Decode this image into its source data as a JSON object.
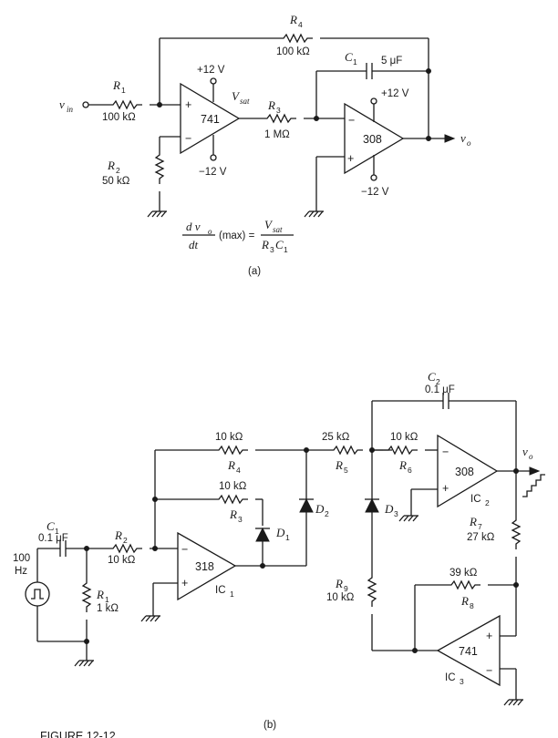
{
  "circuit_a": {
    "vin_label": "v",
    "vin_sub": "in",
    "r1": {
      "name": "R",
      "sub": "1",
      "value": "100 kΩ"
    },
    "r2": {
      "name": "R",
      "sub": "2",
      "value": "50 kΩ"
    },
    "r3": {
      "name": "R",
      "sub": "3",
      "value": "1 MΩ"
    },
    "r4": {
      "name": "R",
      "sub": "4",
      "value": "100 kΩ"
    },
    "c1": {
      "name": "C",
      "sub": "1",
      "value": "5 μF"
    },
    "opamp1": {
      "label": "741",
      "plus": "+",
      "minus": "−"
    },
    "opamp2": {
      "label": "308",
      "plus": "+",
      "minus": "−"
    },
    "supply_pos_1": "+12 V",
    "supply_neg_1": "−12 V",
    "supply_pos_2": "+12 V",
    "supply_neg_2": "−12 V",
    "vsat_label": "V",
    "vsat_sub": "sat",
    "vo_label": "v",
    "vo_sub": "o",
    "formula": {
      "num_left": "d v",
      "num_left_sub": "o",
      "den_left": "dt",
      "middle": "(max) =",
      "num_right": "V",
      "num_right_sub": "sat",
      "den_right": "R",
      "den_right_sub1": "3",
      "den_right_c": "C",
      "den_right_sub2": "1"
    },
    "caption": "(a)"
  },
  "circuit_b": {
    "source": {
      "freq": "100",
      "unit": "Hz"
    },
    "c1": {
      "name": "C",
      "sub": "1",
      "value": "0.1 μF"
    },
    "c2": {
      "name": "C",
      "sub": "2",
      "value": "0.1 μF"
    },
    "r1": {
      "name": "R",
      "sub": "1",
      "value": "1 kΩ"
    },
    "r2": {
      "name": "R",
      "sub": "2",
      "value": "10 kΩ"
    },
    "r3": {
      "name": "R",
      "sub": "3",
      "value": "10 kΩ"
    },
    "r4": {
      "name": "R",
      "sub": "4",
      "value": "10 kΩ"
    },
    "r5": {
      "name": "R",
      "sub": "5",
      "value": "25 kΩ"
    },
    "r6": {
      "name": "R",
      "sub": "6",
      "value": "10 kΩ"
    },
    "r7": {
      "name": "R",
      "sub": "7",
      "value": "27 kΩ"
    },
    "r8": {
      "name": "R",
      "sub": "8",
      "value": "39 kΩ"
    },
    "r9": {
      "name": "R",
      "sub": "9",
      "value": "10 kΩ"
    },
    "d1": {
      "name": "D",
      "sub": "1"
    },
    "d2": {
      "name": "D",
      "sub": "2"
    },
    "d3": {
      "name": "D",
      "sub": "3"
    },
    "ic1": {
      "label": "318",
      "name": "IC",
      "sub": "1",
      "plus": "+",
      "minus": "−"
    },
    "ic2": {
      "label": "308",
      "name": "IC",
      "sub": "2",
      "plus": "+",
      "minus": "−"
    },
    "ic3": {
      "label": "741",
      "name": "IC",
      "sub": "3",
      "plus": "+",
      "minus": "−"
    },
    "vo_label": "v",
    "vo_sub": "o",
    "caption": "(b)"
  },
  "figure_label": "FIGURE 12-12"
}
